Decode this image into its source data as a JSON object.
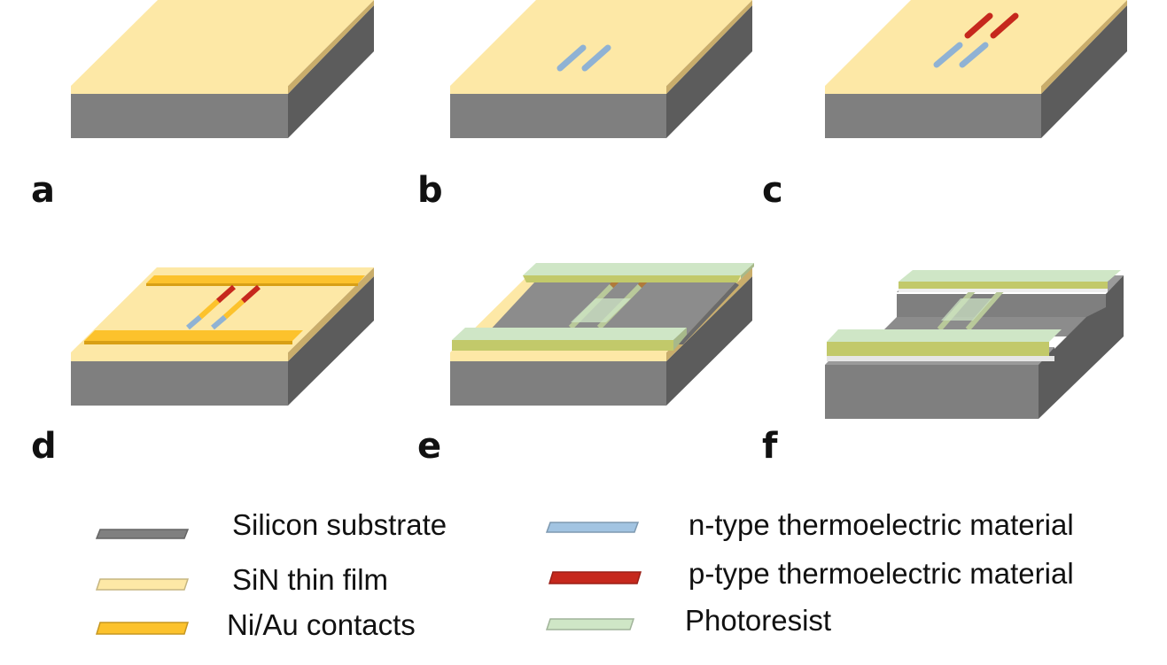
{
  "panels": [
    {
      "id": "a",
      "label": "a"
    },
    {
      "id": "b",
      "label": "b"
    },
    {
      "id": "c",
      "label": "c"
    },
    {
      "id": "d",
      "label": "d"
    },
    {
      "id": "e",
      "label": "e"
    },
    {
      "id": "f",
      "label": "f"
    }
  ],
  "legend": [
    {
      "key": "silicon",
      "label": "Silicon substrate",
      "color": "#808080"
    },
    {
      "key": "sin",
      "label": "SiN thin film",
      "color": "#fde8a6"
    },
    {
      "key": "niau",
      "label": "Ni/Au contacts",
      "color": "#fcc22c"
    },
    {
      "key": "ntype",
      "label": "n-type thermoelectric material",
      "color": "#a2c4e2"
    },
    {
      "key": "ptype",
      "label": "p-type thermoelectric material",
      "color": "#c6281d"
    },
    {
      "key": "photoresist",
      "label": "Photoresist",
      "color": "#cfe6c6"
    }
  ]
}
